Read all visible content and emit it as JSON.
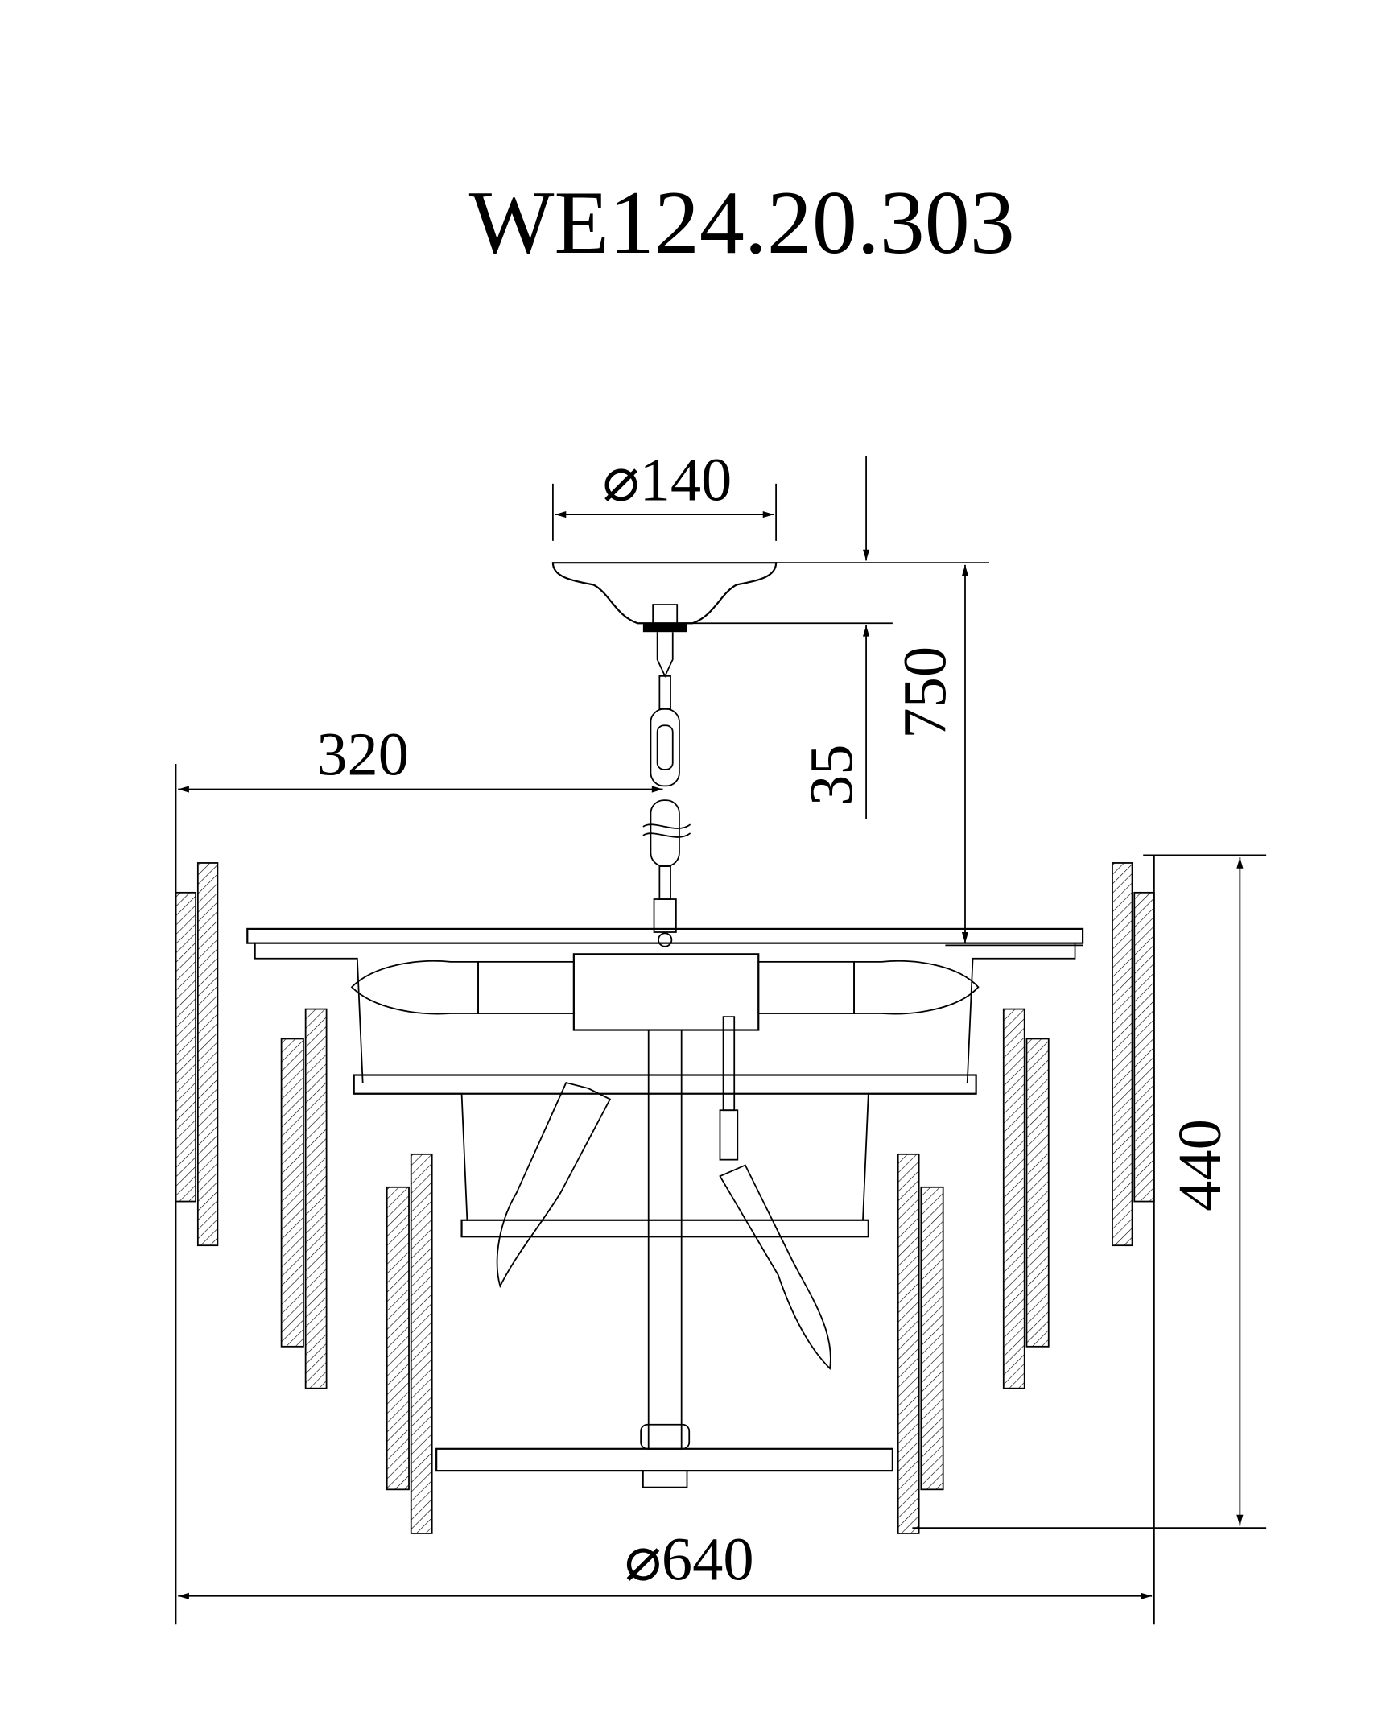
{
  "title": "WE124.20.303",
  "dimensions": {
    "canopy_diameter": "⌀140",
    "drop_35": "35",
    "height_750": "750",
    "radius_320": "320",
    "body_height_440": "440",
    "diameter_640": "⌀640"
  }
}
